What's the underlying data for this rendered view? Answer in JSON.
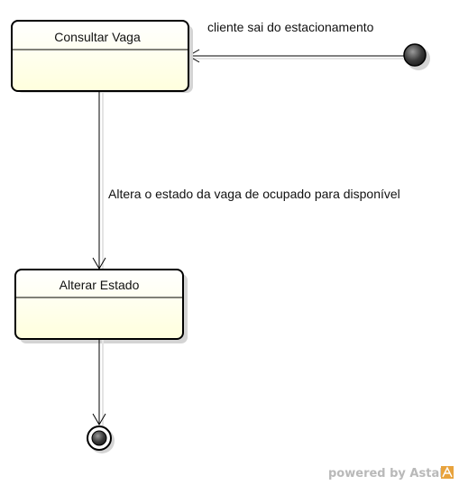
{
  "states": {
    "consultar": {
      "label": "Consultar Vaga"
    },
    "alterar": {
      "label": "Alterar Estado"
    }
  },
  "transitions": {
    "start_to_consultar": {
      "label": "cliente sai do estacionamento"
    },
    "consultar_to_alterar": {
      "label": "Altera o estado da vaga de ocupado para disponível"
    }
  },
  "watermark": {
    "text": "powered by Astah"
  },
  "colors": {
    "state_fill_top": "#ffffff",
    "state_fill_bottom": "#ffffdd",
    "border": "#000000",
    "shadow": "#d4d4d4",
    "node_fill": "#444444",
    "watermark_text": "#b9b9b9",
    "logo_accent": "#e8a33d"
  }
}
